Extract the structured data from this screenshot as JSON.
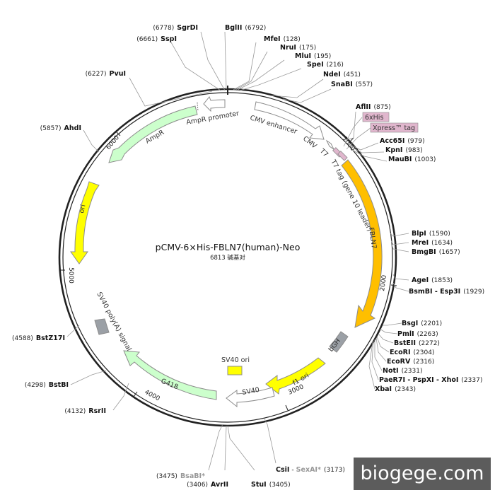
{
  "plasmid": {
    "name": "pCMV-6×His-FBLN7(human)-Neo",
    "size_label": "6813 碱基对",
    "length": 6813
  },
  "ticks": [
    "1000",
    "2000",
    "3000",
    "4000",
    "5000",
    "6000"
  ],
  "sites": [
    {
      "name": "SgrDI",
      "pos": "(6778)"
    },
    {
      "name": "BglII",
      "pos": "(6792)"
    },
    {
      "name": "SspI",
      "pos": "(6661)"
    },
    {
      "name": "MfeI",
      "pos": "(128)"
    },
    {
      "name": "NruI",
      "pos": "(175)"
    },
    {
      "name": "MluI",
      "pos": "(195)"
    },
    {
      "name": "SpeI",
      "pos": "(216)"
    },
    {
      "name": "PvuI",
      "pos": "(6227)"
    },
    {
      "name": "NdeI",
      "pos": "(451)"
    },
    {
      "name": "SnaBI",
      "pos": "(557)"
    },
    {
      "name": "AflII",
      "pos": "(875)"
    },
    {
      "name": "AhdI",
      "pos": "(5857)"
    },
    {
      "name": "Acc65I",
      "pos": "(979)"
    },
    {
      "name": "KpnI",
      "pos": "(983)"
    },
    {
      "name": "MauBI",
      "pos": "(1003)"
    },
    {
      "name": "BlpI",
      "pos": "(1590)"
    },
    {
      "name": "MreI",
      "pos": "(1634)"
    },
    {
      "name": "BmgBI",
      "pos": "(1657)"
    },
    {
      "name": "AgeI",
      "pos": "(1853)"
    },
    {
      "name": "BsmBI - Esp3I",
      "pos": "(1929)"
    },
    {
      "name": "BsgI",
      "pos": "(2201)"
    },
    {
      "name": "PmlI",
      "pos": "(2263)"
    },
    {
      "name": "BstEII",
      "pos": "(2272)"
    },
    {
      "name": "EcoRI",
      "pos": "(2304)"
    },
    {
      "name": "EcoRV",
      "pos": "(2316)"
    },
    {
      "name": "NotI",
      "pos": "(2331)"
    },
    {
      "name": "PaeR7I - PspXI - XhoI",
      "pos": "(2337)"
    },
    {
      "name": "XbaI",
      "pos": "(2343)"
    },
    {
      "name": "BstZ17I",
      "pos": "(4588)"
    },
    {
      "name": "BstBI",
      "pos": "(4298)"
    },
    {
      "name": "RsrII",
      "pos": "(4132)"
    },
    {
      "name": "BsaBI*",
      "pos": "(3475)"
    },
    {
      "name": "AvrII",
      "pos": "(3406)"
    },
    {
      "name": "StuI",
      "pos": "(3405)"
    },
    {
      "name": "CsiI",
      "pos": ""
    },
    {
      "name": "SexAI*",
      "pos": "(3173)"
    }
  ],
  "features": {
    "ampr_promoter": "AmpR promoter",
    "ampr": "AmpR",
    "cmv_enhancer": "CMV enhancer",
    "cmv": "CMV",
    "t7": "T7",
    "t7_tag": "T7 tag (gene 10 leader)",
    "his_tag": "6xHis",
    "xpress_tag": "Xpress™ tag",
    "fbln7": "FBLN7",
    "ori": "ori",
    "bgh": "bGH",
    "f1_ori": "f1 ori",
    "sv40_ori": "SV40 ori",
    "sv40": "SV40",
    "g418": "G418",
    "sv40_polya": "SV40 poly(A) signal"
  },
  "colors": {
    "backbone": "#222222",
    "fbln7": "#ffbf00",
    "ori": "#ffff00",
    "ampr": "#ccffcc",
    "terminator": "#9ba0a6",
    "promoter": "#ffffff",
    "tag": "#e0b6cd"
  },
  "watermark": "biogege.com"
}
